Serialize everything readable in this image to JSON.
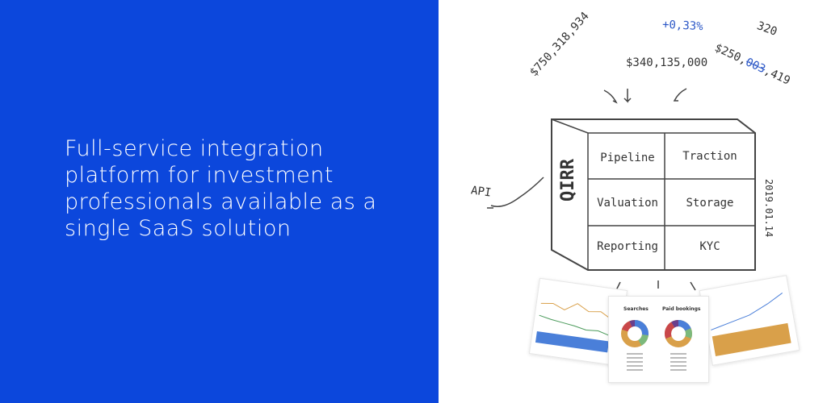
{
  "headline": "Full-service integration platform for investment professionals available as a single SaaS solution",
  "sketch": {
    "percent": "+0,33%",
    "value_left": "$750,318,934",
    "value_center": "$340,135,000",
    "value_right": "$250,",
    "value_right_struck": "003",
    "value_right_correction": "320",
    "value_right_tail": ",419",
    "api_label": "API",
    "logo": "QIRR",
    "date": "2019.01.14",
    "modules": [
      "Pipeline",
      "Traction",
      "Valuation",
      "Storage",
      "Reporting",
      "KYC"
    ]
  },
  "dashboard": {
    "chart1_title": "Searches",
    "chart2_title": "Paid bookings"
  },
  "colors": {
    "panel": "#0c47dc",
    "blue": "#4a7fd9",
    "green": "#7cb97c",
    "orange": "#d9a04a",
    "red": "#c9474a",
    "purple": "#6a3f8c"
  }
}
